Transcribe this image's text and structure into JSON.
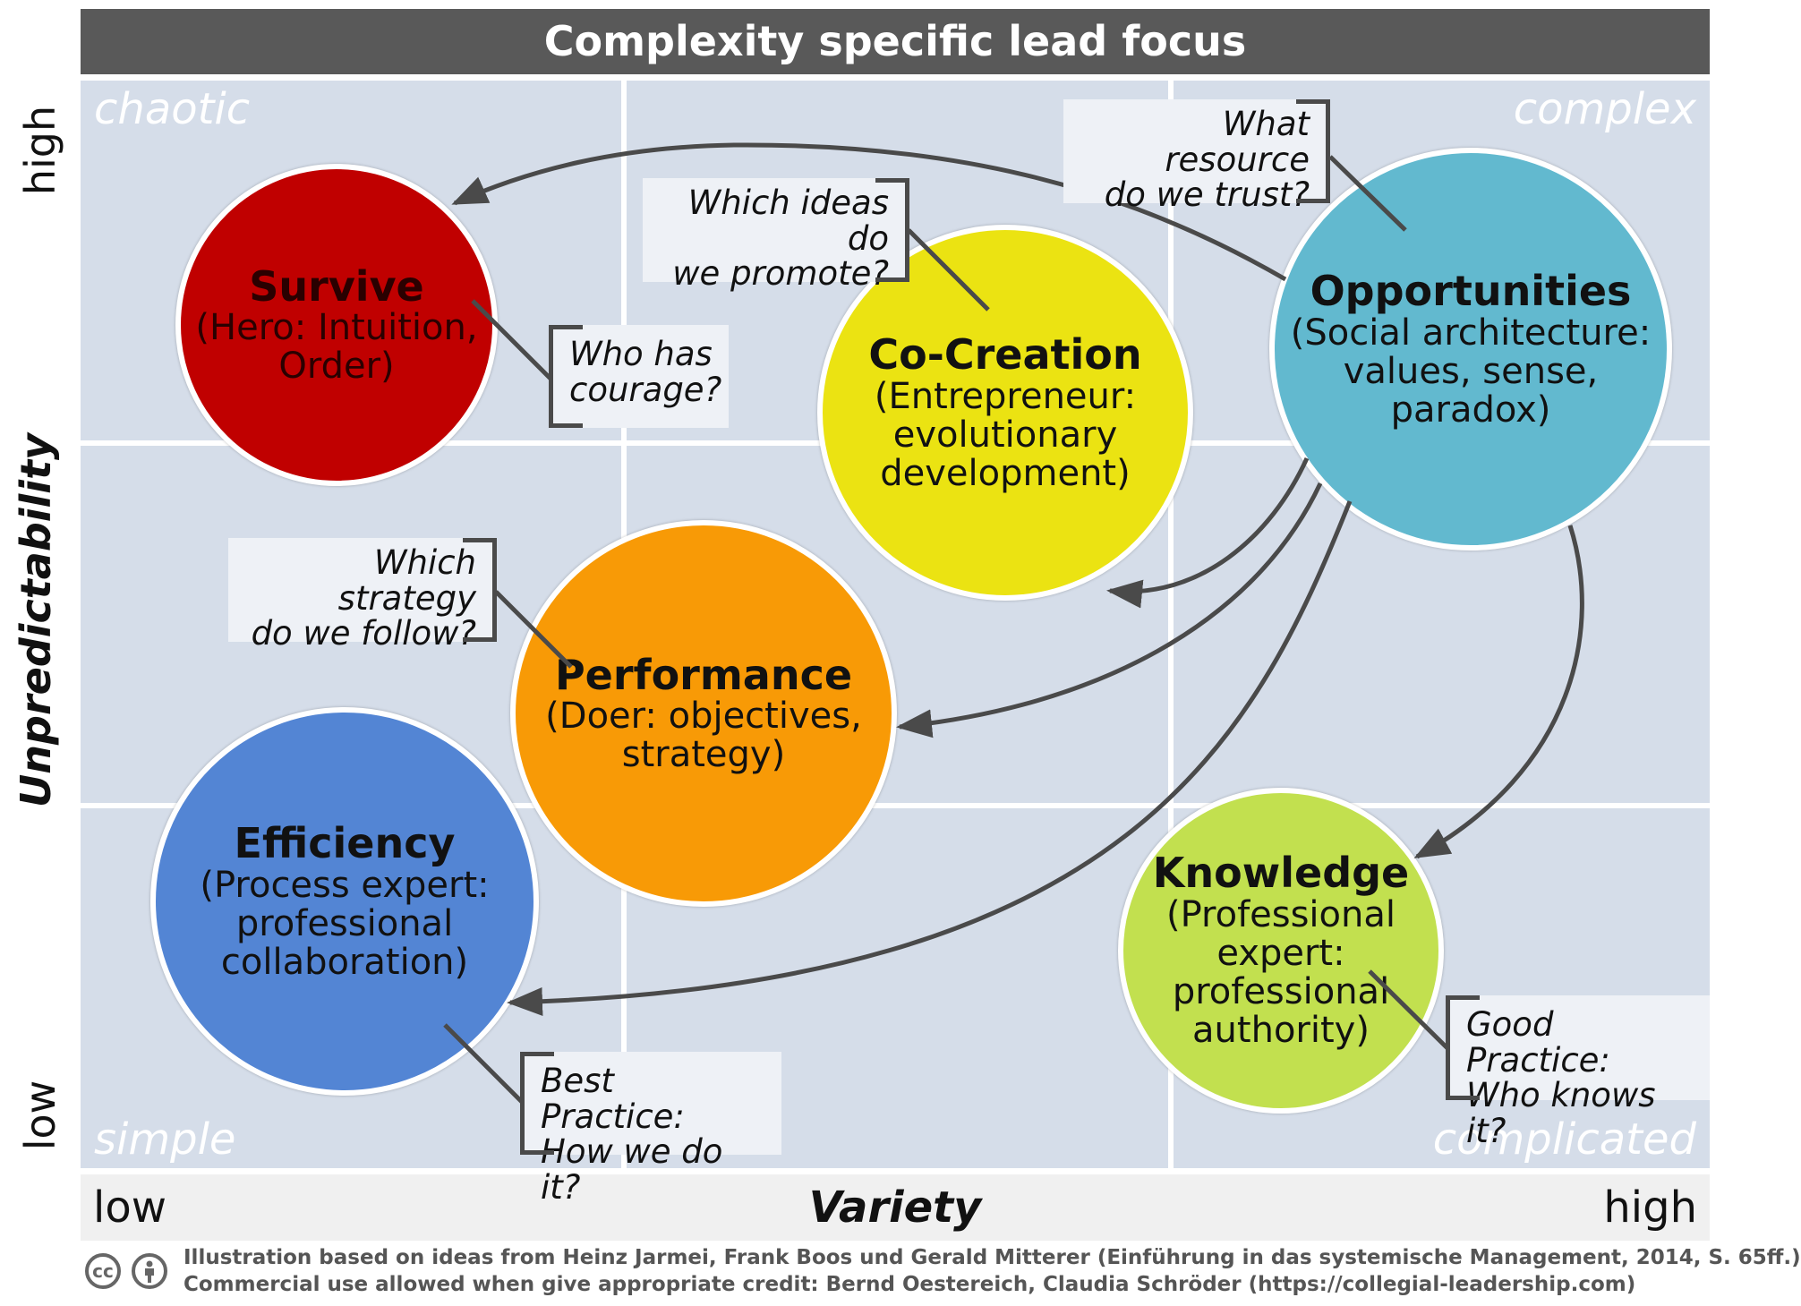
{
  "title": "Complexity specific lead focus",
  "axes": {
    "y_title": "Unpredictability",
    "y_low": "low",
    "y_high": "high",
    "x_title": "Variety",
    "x_low": "low",
    "x_high": "high"
  },
  "corners": {
    "top_left": "chaotic",
    "top_right": "complex",
    "bottom_left": "simple",
    "bottom_right": "complicated"
  },
  "circles": {
    "survive": {
      "title": "Survive",
      "desc": "(Hero: Intuition,\nOrder)",
      "color": "#c00000"
    },
    "cocreation": {
      "title": "Co-Creation",
      "desc": "(Entrepreneur:\nevolutionary\ndevelopment)",
      "color": "#ebe312"
    },
    "opportunities": {
      "title": "Opportunities",
      "desc": "(Social architecture:\nvalues, sense,\nparadox)",
      "color": "#62b9cf"
    },
    "performance": {
      "title": "Performance",
      "desc": "(Doer: objectives,\nstrategy)",
      "color": "#f89a06"
    },
    "efficiency": {
      "title": "Efficiency",
      "desc": "(Process expert:\nprofessional\ncollaboration)",
      "color": "#5385d4"
    },
    "knowledge": {
      "title": "Knowledge",
      "desc": "(Professional\nexpert:\nprofessional\nauthority)",
      "color": "#c2e04f"
    }
  },
  "questions": {
    "courage": "Who has\ncourage?",
    "ideas": "Which ideas do\nwe promote?",
    "resource": "What resource\ndo we trust?",
    "strategy": "Which strategy\ndo we follow?",
    "best_practice": "Best Practice:\nHow we do it?",
    "good_practice": "Good Practice:\nWho knows it?"
  },
  "license_icons": [
    "cc-icon",
    "attribution-icon"
  ],
  "credit": {
    "line1": "Illustration based on ideas from Heinz Jarmei, Frank Boos und Gerald Mitterer (Einführung in das systemische Management, 2014, S. 65ff.)",
    "line2": "Commercial use allowed when give appropriate credit: Bernd Oestereich, Claudia Schröder (https://collegial-leadership.com)"
  }
}
